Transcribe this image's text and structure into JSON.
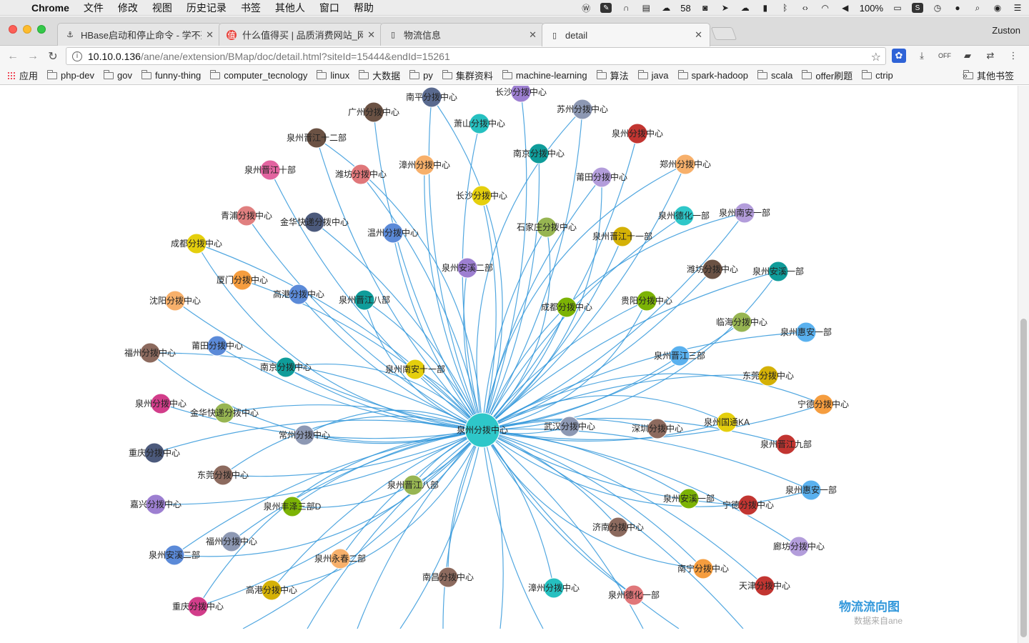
{
  "menubar": {
    "app": "Chrome",
    "items": [
      "文件",
      "修改",
      "视图",
      "历史记录",
      "书签",
      "其他人",
      "窗口",
      "帮助"
    ],
    "tray_count": "58",
    "battery": "100%",
    "icons": [
      "wunderlist-icon",
      "notes-icon",
      "headphones-icon",
      "docker-icon",
      "wechat-icon",
      "qq-icon",
      "telegram-icon",
      "cloud-icon",
      "ink-icon",
      "bluetooth-icon",
      "code-icon",
      "wifi-icon",
      "volume-icon",
      "battery-icon",
      "s-icon",
      "clock-icon",
      "user-icon",
      "search-icon",
      "siri-icon",
      "menu-list-icon"
    ]
  },
  "tabs": [
    {
      "title": "HBase启动和停止命令 - 学不死",
      "icon": "hbase-favicon"
    },
    {
      "title": "什么值得买 | 品质消费网站_网购",
      "icon": "smzdm-favicon"
    },
    {
      "title": "物流信息",
      "icon": "page-icon"
    },
    {
      "title": "detail",
      "icon": "page-icon"
    }
  ],
  "profile": "Zuston",
  "address": {
    "host": "10.10.0.136",
    "path": "/ane/ane/extension/BMap/doc/detail.html?siteId=15444&endId=15261"
  },
  "bookmarks": {
    "apps": "应用",
    "folders": [
      "php-dev",
      "gov",
      "funny-thing",
      "computer_tecnology",
      "linux",
      "大数据",
      "py",
      "集群资料",
      "machine-learning",
      "算法",
      "java",
      "spark-hadoop",
      "scala",
      "offer刷题",
      "ctrip"
    ],
    "more": "»",
    "other": "其他书签"
  },
  "chart": {
    "title": "物流流向图",
    "subtitle": "数据来自ane",
    "edge_color": "#3398db",
    "center": {
      "name": "泉州分拨中心",
      "color": "#2ec7c9"
    },
    "nodes": [
      {
        "name": "南平分拨中心",
        "color": "#5a6a8f"
      },
      {
        "name": "长沙分拨中心",
        "color": "#9d7fd1"
      },
      {
        "name": "广州分拨中心",
        "color": "#6b5244"
      },
      {
        "name": "苏州分拨中心",
        "color": "#8d98b3"
      },
      {
        "name": "萧山分拨中心",
        "color": "#26c0c0"
      },
      {
        "name": "泉州分拨中心",
        "color": "#c23531"
      },
      {
        "name": "泉州晋江十二部",
        "color": "#6b5244"
      },
      {
        "name": "南京分拨中心",
        "color": "#0f9c9a"
      },
      {
        "name": "漳州分拨中心",
        "color": "#f7b06b"
      },
      {
        "name": "郑州分拨中心",
        "color": "#f7b06b"
      },
      {
        "name": "泉州晋江十部",
        "color": "#e264a0"
      },
      {
        "name": "潍坊分拨中心",
        "color": "#e0777a"
      },
      {
        "name": "莆田分拨中心",
        "color": "#b39ddb"
      },
      {
        "name": "长沙分拨中心",
        "color": "#e5cf0d"
      },
      {
        "name": "泉州德化一部",
        "color": "#2ec7c9"
      },
      {
        "name": "泉州南安一部",
        "color": "#b39ddb"
      },
      {
        "name": "青浦分拨中心",
        "color": "#e07f7f"
      },
      {
        "name": "金华快递分拨中心",
        "color": "#4c5a7c"
      },
      {
        "name": "石家庄分拨中心",
        "color": "#97b552"
      },
      {
        "name": "泉州晋江十一部",
        "color": "#d4b106"
      },
      {
        "name": "温州分拨中心",
        "color": "#5b8ad8"
      },
      {
        "name": "成都分拨中心",
        "color": "#e5cf0d"
      },
      {
        "name": "泉州安溪二部",
        "color": "#9d7fd1"
      },
      {
        "name": "潍坊分拨中心",
        "color": "#6b5244"
      },
      {
        "name": "泉州安溪一部",
        "color": "#0f9c9a"
      },
      {
        "name": "厦门分拨中心",
        "color": "#f59d3f"
      },
      {
        "name": "高港分拨中心",
        "color": "#5b8ad8"
      },
      {
        "name": "泉州晋江八部",
        "color": "#0f9c9a"
      },
      {
        "name": "沈阳分拨中心",
        "color": "#f7b06b"
      },
      {
        "name": "成都分拨中心",
        "color": "#7cb305"
      },
      {
        "name": "贵阳分拨中心",
        "color": "#7cb305"
      },
      {
        "name": "临海分拨中心",
        "color": "#97b552"
      },
      {
        "name": "泉州惠安一部",
        "color": "#5ab1ef"
      },
      {
        "name": "福州分拨中心",
        "color": "#8c6a5e"
      },
      {
        "name": "莆田分拨中心",
        "color": "#5b8ad8"
      },
      {
        "name": "泉州晋江三部",
        "color": "#5ab1ef"
      },
      {
        "name": "南京分拨中心",
        "color": "#0f9c9a"
      },
      {
        "name": "泉州南安十一部",
        "color": "#e5cf0d"
      },
      {
        "name": "东莞分拨中心",
        "color": "#d4b106"
      },
      {
        "name": "宁德分拨中心",
        "color": "#f59d3f"
      },
      {
        "name": "泉州分拨中心",
        "color": "#d23d8a"
      },
      {
        "name": "金华快递分拨中心",
        "color": "#97b552"
      },
      {
        "name": "常州分拨中心",
        "color": "#8d98b3"
      },
      {
        "name": "武汉分拨中心",
        "color": "#8d98b3"
      },
      {
        "name": "深圳分拨中心",
        "color": "#8c6a5e"
      },
      {
        "name": "泉州国通KA",
        "color": "#e5cf0d"
      },
      {
        "name": "泉州晋江九部",
        "color": "#c23531"
      },
      {
        "name": "重庆分拨中心",
        "color": "#4c5a7c"
      },
      {
        "name": "东莞分拨中心",
        "color": "#8c6a5e"
      },
      {
        "name": "泉州晋江八部",
        "color": "#97b552"
      },
      {
        "name": "嘉兴分拨中心",
        "color": "#9d7fd1"
      },
      {
        "name": "泉州丰泽三部D",
        "color": "#7cb305"
      },
      {
        "name": "泉州安溪一部",
        "color": "#7cb305"
      },
      {
        "name": "宁德分拨中心",
        "color": "#c23531"
      },
      {
        "name": "泉州惠安一部",
        "color": "#5ab1ef"
      },
      {
        "name": "福州分拨中心",
        "color": "#8d98b3"
      },
      {
        "name": "济南分拨中心",
        "color": "#8c6a5e"
      },
      {
        "name": "泉州安溪二部",
        "color": "#5b8ad8"
      },
      {
        "name": "廊坊分拨中心",
        "color": "#b39ddb"
      },
      {
        "name": "泉州永春二部",
        "color": "#f7b06b"
      },
      {
        "name": "南宁分拨中心",
        "color": "#f59d3f"
      },
      {
        "name": "南昌分拨中心",
        "color": "#8c6a5e"
      },
      {
        "name": "天津分拨中心",
        "color": "#c23531"
      },
      {
        "name": "高港分拨中心",
        "color": "#d4b106"
      },
      {
        "name": "漳州分拨中心",
        "color": "#26c0c0"
      },
      {
        "name": "泉州德化一部",
        "color": "#e0777a"
      },
      {
        "name": "重庆分拨中心",
        "color": "#d23d8a"
      }
    ]
  }
}
